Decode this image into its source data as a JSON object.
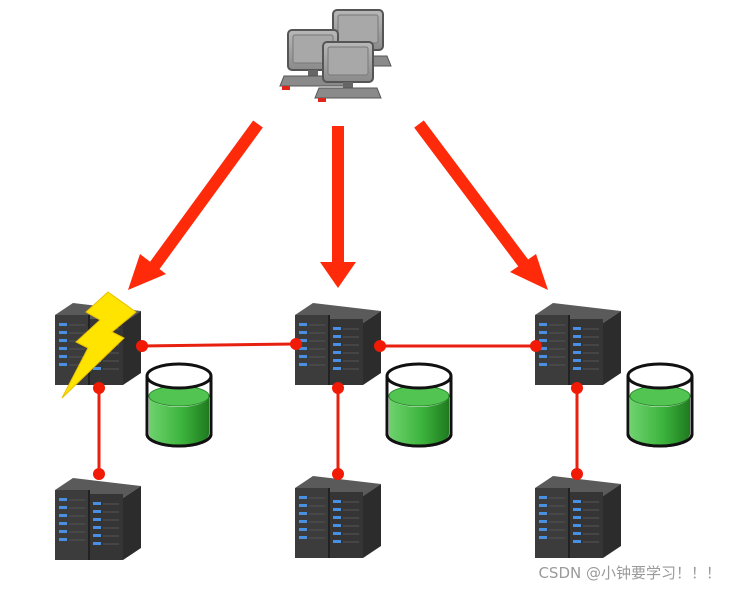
{
  "watermark": "CSDN @小钟要学习！！！",
  "colors": {
    "arrow": "#ff2a0a",
    "link": "#e8200f",
    "node": "#f01a05",
    "server_dark": "#3a3a3a",
    "server_mid": "#4a4a4a",
    "server_leds": "#4a90e2",
    "db_liquid": "#3cb43c",
    "db_liquid_dark": "#2a8a2a",
    "lightning": "#ffe400",
    "pc_case": "#9a9a9a"
  },
  "icons": {
    "client": "computer-cluster-icon",
    "server": "server-rack-icon",
    "database": "database-cylinder-icon",
    "fault": "lightning-bolt-icon"
  },
  "clusters": [
    {
      "name": "left",
      "failed": true
    },
    {
      "name": "center",
      "failed": false
    },
    {
      "name": "right",
      "failed": false
    }
  ]
}
